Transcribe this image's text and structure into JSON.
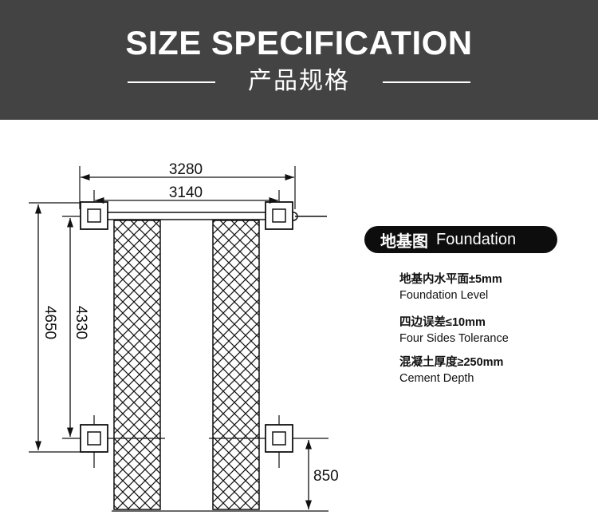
{
  "header": {
    "title": "SIZE SPECIFICATION",
    "subtitle": "产品规格"
  },
  "dimensions": {
    "outer_width": "3280",
    "inner_width": "3140",
    "outer_length": "4650",
    "inner_length": "4330",
    "offset": "850"
  },
  "foundation": {
    "label_zh": "地基图",
    "label_en": "Foundation",
    "specs": [
      {
        "zh": "地基内水平面±5mm",
        "en": "Foundation Level"
      },
      {
        "zh": "四边误差≤10mm",
        "en": "Four Sides Tolerance"
      },
      {
        "zh": "混凝土厚度≥250mm",
        "en": "Cement Depth"
      }
    ]
  },
  "colors": {
    "header_bg": "#434343",
    "header_text": "#ffffff",
    "line": "#111111",
    "pill_bg": "#0d0d0d"
  }
}
